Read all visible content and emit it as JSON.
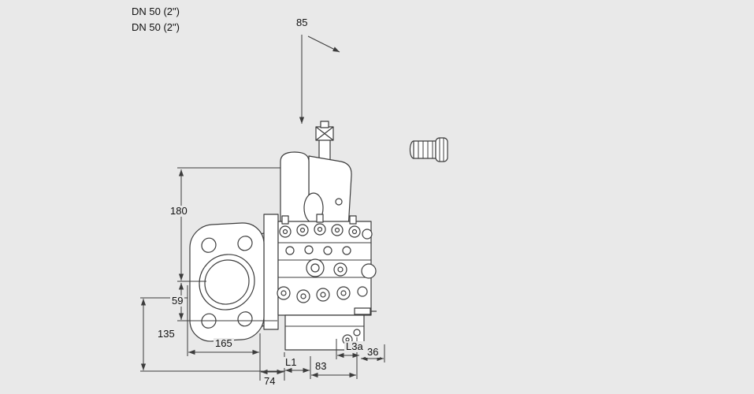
{
  "colors": {
    "background": "#e9e9e9",
    "line": "#3c3c3c",
    "text": "#111111"
  },
  "labels": {
    "dn1": "DN 50 (2\")",
    "dn2": "DN 50 (2\")"
  },
  "dims": {
    "d85": "85",
    "d180": "180",
    "d59": "59",
    "d135": "135",
    "d165": "165",
    "d74": "74",
    "dL1": "L1",
    "d83": "83",
    "dL3a": "L3a",
    "d36": "36"
  }
}
